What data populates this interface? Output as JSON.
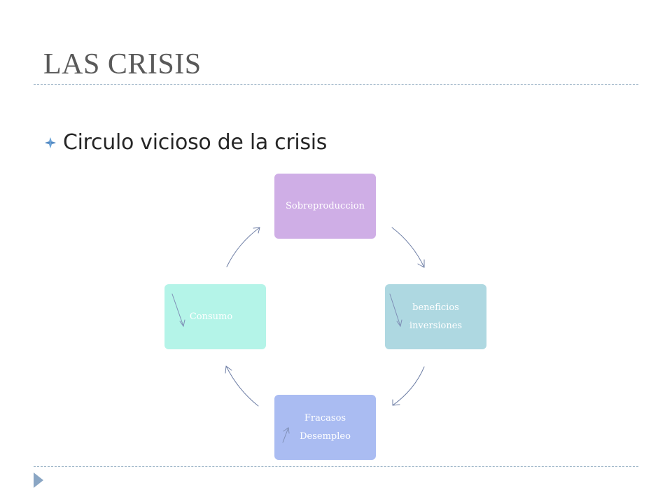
{
  "slide": {
    "title": "LAS CRISIS",
    "bullet": "Circulo vicioso de la crisis"
  },
  "diagram": {
    "nodes": {
      "top": [
        "Sobreproduccion"
      ],
      "right": [
        "beneficios",
        "inversiones"
      ],
      "bottom": [
        "Fracasos",
        "Desempleo"
      ],
      "left": [
        "Consumo"
      ]
    }
  },
  "colors": {
    "title": "#595959",
    "divider": "#9fb6c8",
    "arrow": "#6f7fa6",
    "node_top": "#cfaee6",
    "node_right": "#aed8e1",
    "node_bottom": "#aabcf2",
    "node_left": "#b4f4e8",
    "nav_arrow": "#8aa6c4"
  }
}
